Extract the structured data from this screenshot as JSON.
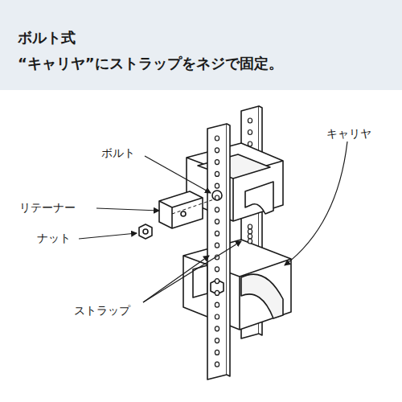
{
  "diagram": {
    "title": "ボルト式",
    "caption": "“キャリヤ”にストラップをネジで固定。",
    "labels": [
      "ボルト",
      "キャリヤ",
      "リテーナー",
      "ナット",
      "ストラップ"
    ]
  }
}
